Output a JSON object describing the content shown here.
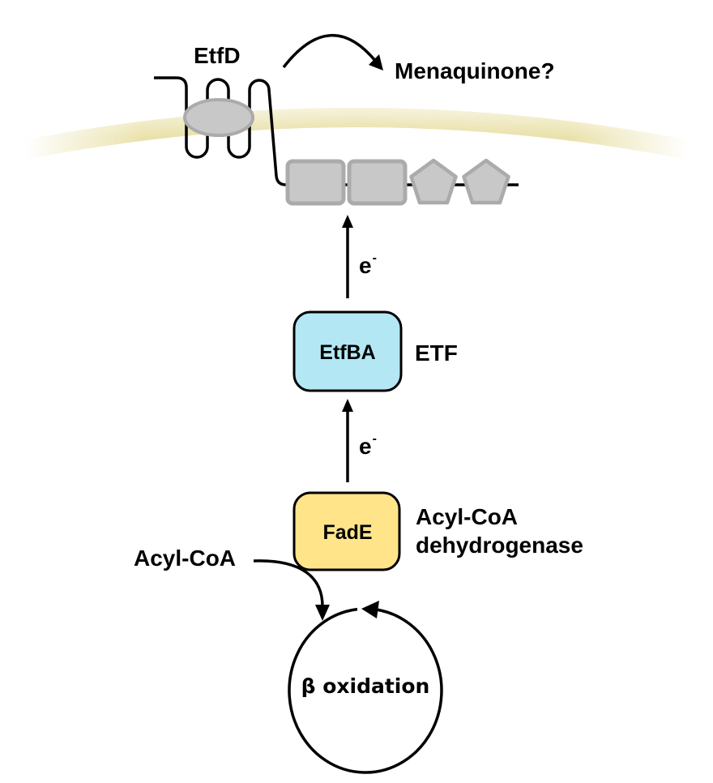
{
  "figure": {
    "membrane_protein": {
      "label": "EtfD"
    },
    "quinone": {
      "label": "Menaquinone?"
    },
    "electron_transfers": [
      {
        "base": "e",
        "superscript": "-"
      },
      {
        "base": "e",
        "superscript": "-"
      }
    ],
    "etf": {
      "box_label": "EtfBA",
      "side_label": "ETF"
    },
    "fade": {
      "box_label": "FadE",
      "side_label_lines": [
        "Acyl-CoA",
        "dehydrogenase"
      ]
    },
    "substrate": {
      "label": "Acyl-CoA"
    },
    "cycle": {
      "label": "β oxidation"
    },
    "domain_shapes": [
      "rounded-square",
      "rounded-square",
      "pentagon",
      "pentagon"
    ]
  },
  "colors": {
    "etf_fill": "#B3E7F4",
    "fade_fill": "#FFE48A",
    "protein_fill": "#C8C8C8",
    "protein_stroke": "#ABABAB",
    "membrane_light": "#F6F1D6",
    "membrane_dark": "#E6DC9C",
    "line": "#000000"
  }
}
